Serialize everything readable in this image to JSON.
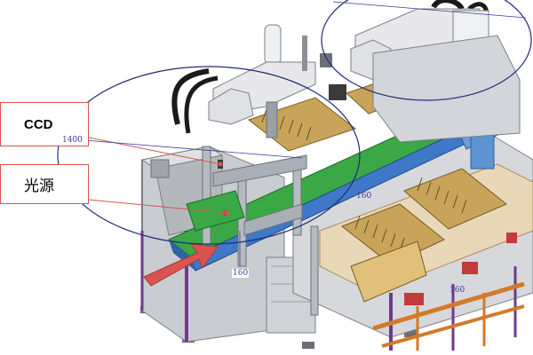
{
  "labels": {
    "ccd": "CCD",
    "light_source": "光源"
  },
  "dimensions": {
    "d1400": "1400",
    "d160_front": "160",
    "d160_conveyor": "160",
    "d160_right": "160"
  },
  "colors": {
    "label_border": "#d9534f",
    "arrow": "#d9534f",
    "ellipse": "#1f2a7a",
    "conveyor_belt": "#3aa845",
    "conveyor_rail": "#3f78c8",
    "frame": "#8a8f96",
    "robot_arm": "#e8e8ea",
    "tray": "#c8a45a",
    "base_rail": "#d27a2a"
  }
}
